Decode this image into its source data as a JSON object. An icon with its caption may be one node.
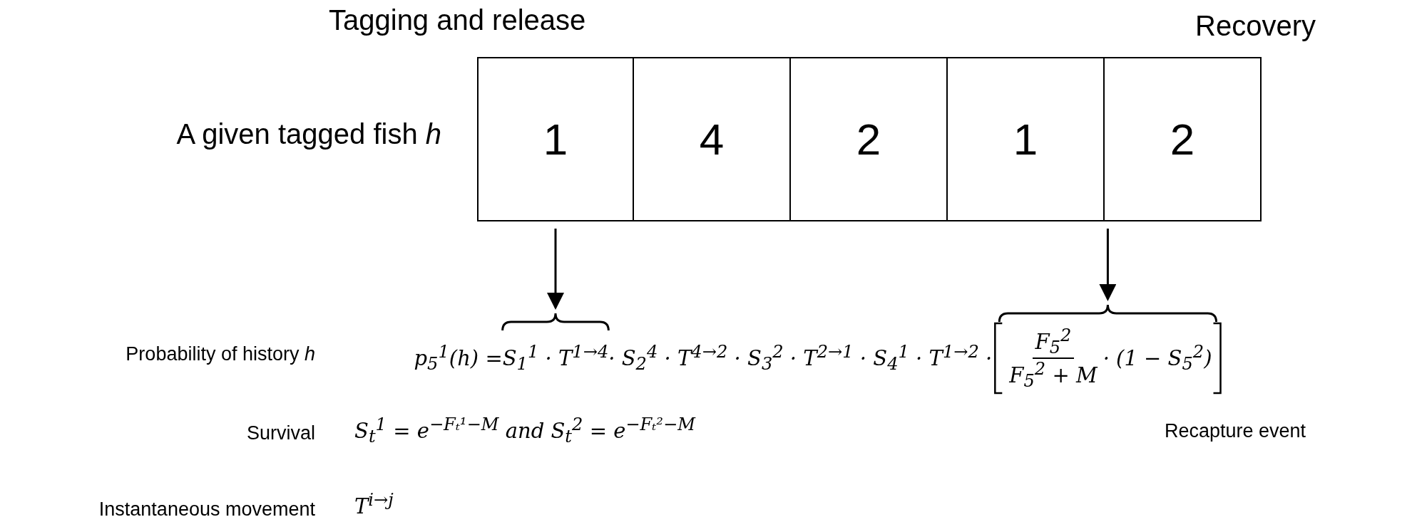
{
  "diagram": {
    "nodes": [
      {
        "text": [
          "1"
        ]
      },
      {
        "text": [
          "4"
        ]
      },
      {
        "text": [
          "2"
        ]
      },
      {
        "text": [
          "1"
        ]
      },
      {
        "text": [
          "2"
        ]
      },
      {
        "text": [],
        "shape": "brace"
      },
      {
        "text": [],
        "shape": "brace"
      }
    ],
    "edges": [
      {
        "from": 0,
        "to": 5,
        "arrow": "to"
      },
      {
        "from": 4,
        "to": 6,
        "arrow": "to"
      }
    ],
    "labels": [
      "Tagging and release",
      "Recovery",
      "A given tagged fish *h*",
      "Probability of history *h*",
      "p$_{5}$$^{1}$(h) = ",
      "S$_{1}$$^{1}$ · T$^{1→4}$",
      " · S$_{2}$$^{4}$ · T$^{4→2}$ · S$_{3}$$^{2}$ · T$^{2→1}$ · S$_{4}$$^{1}$ · T$^{1→2}$ · ",
      "F$_{5}$$^{2}$",
      "F$_{5}$$^{2}$ + M",
      " · (1 − S$_{5}$$^{2}$)",
      "Survival",
      "S$_{t}$$^{1}$ = e$^{−Fₜ¹−M}$ and S$_{t}$$^{2}$ = e$^{−Fₜ²−M}$",
      "Recapture event",
      "Instantaneous movement",
      "T$^{i→j}$"
    ]
  }
}
